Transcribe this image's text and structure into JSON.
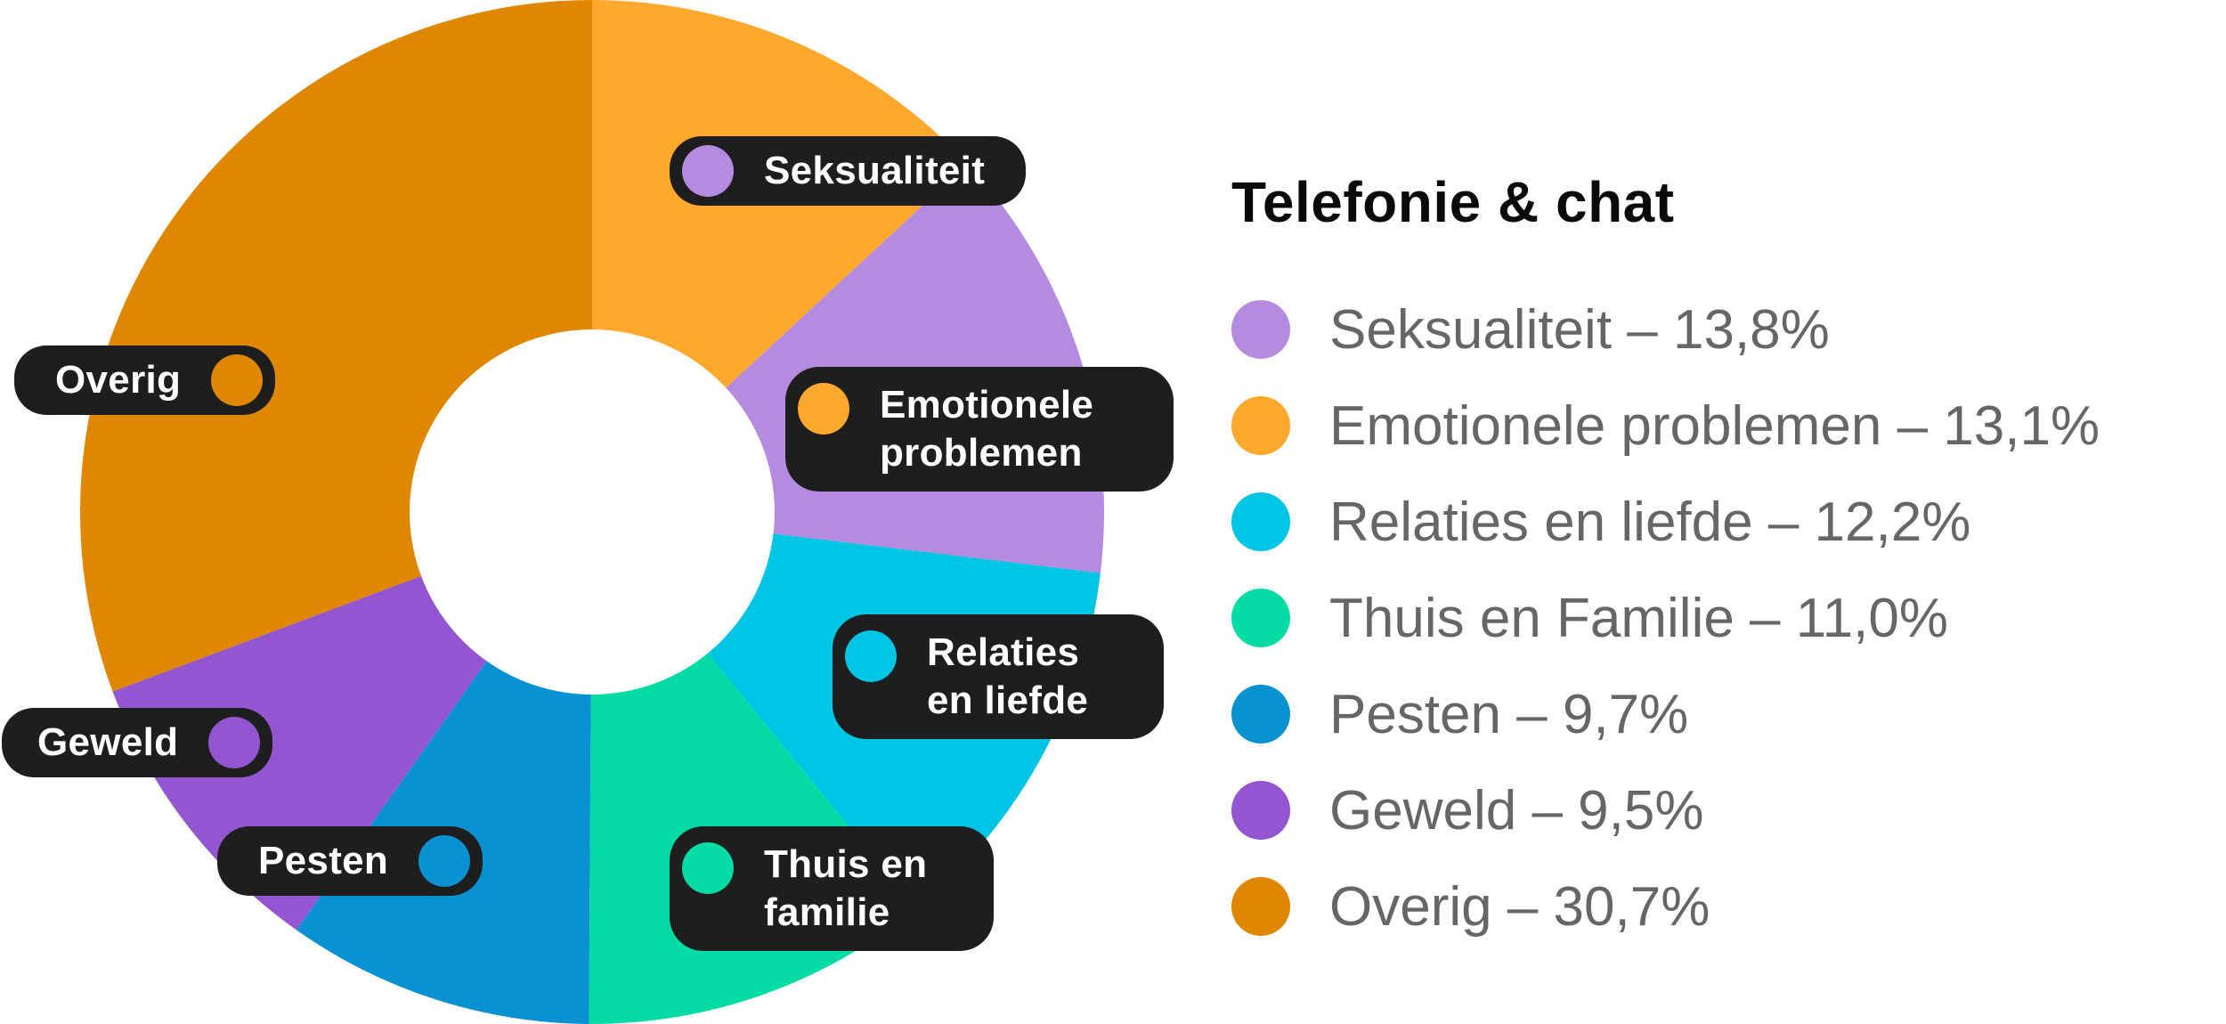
{
  "chart_data": {
    "type": "pie",
    "subtype": "donut",
    "title": "Telefonie & chat",
    "unit": "%",
    "start_angle_deg": 0,
    "direction": "clockwise",
    "slices": [
      {
        "key": "emotionele",
        "label": "Emotionele problemen",
        "value": 13.1,
        "color": "#FFA82E"
      },
      {
        "key": "seksualiteit",
        "label": "Seksualiteit",
        "value": 13.8,
        "color": "#B58BE0"
      },
      {
        "key": "relaties",
        "label": "Relaties en liefde",
        "value": 12.2,
        "color": "#00C4E3"
      },
      {
        "key": "thuis",
        "label": "Thuis en Familie",
        "value": 11.0,
        "color": "#05DBA5"
      },
      {
        "key": "pesten",
        "label": "Pesten",
        "value": 9.7,
        "color": "#0A91D2"
      },
      {
        "key": "geweld",
        "label": "Geweld",
        "value": 9.5,
        "color": "#9355D0"
      },
      {
        "key": "overig",
        "label": "Overig",
        "value": 30.7,
        "color": "#DF8700"
      }
    ],
    "legend_position": "right"
  },
  "legend": {
    "title": "Telefonie & chat",
    "items": [
      {
        "text": "Seksualiteit – 13,8%",
        "color": "#B58BE0"
      },
      {
        "text": "Emotionele problemen – 13,1%",
        "color": "#FFA82E"
      },
      {
        "text": "Relaties en liefde – 12,2%",
        "color": "#00C4E3"
      },
      {
        "text": "Thuis en Familie – 11,0%",
        "color": "#05DBA5"
      },
      {
        "text": "Pesten – 9,7%",
        "color": "#0A91D2"
      },
      {
        "text": "Geweld – 9,5%",
        "color": "#9355D0"
      },
      {
        "text": "Overig – 30,7%",
        "color": "#DF8700"
      }
    ]
  },
  "callouts": {
    "seksualiteit": {
      "text": "Seksualiteit",
      "color": "#B58BE0"
    },
    "emotionele": {
      "text": "Emotionele\nproblemen",
      "color": "#FFA82E"
    },
    "relaties": {
      "text": "Relaties\nen liefde",
      "color": "#00C4E3"
    },
    "thuis": {
      "text": "Thuis en\nfamilie",
      "color": "#05DBA5"
    },
    "pesten": {
      "text": "Pesten",
      "color": "#0A91D2"
    },
    "geweld": {
      "text": "Geweld",
      "color": "#9355D0"
    },
    "overig": {
      "text": "Overig",
      "color": "#DF8700"
    }
  }
}
